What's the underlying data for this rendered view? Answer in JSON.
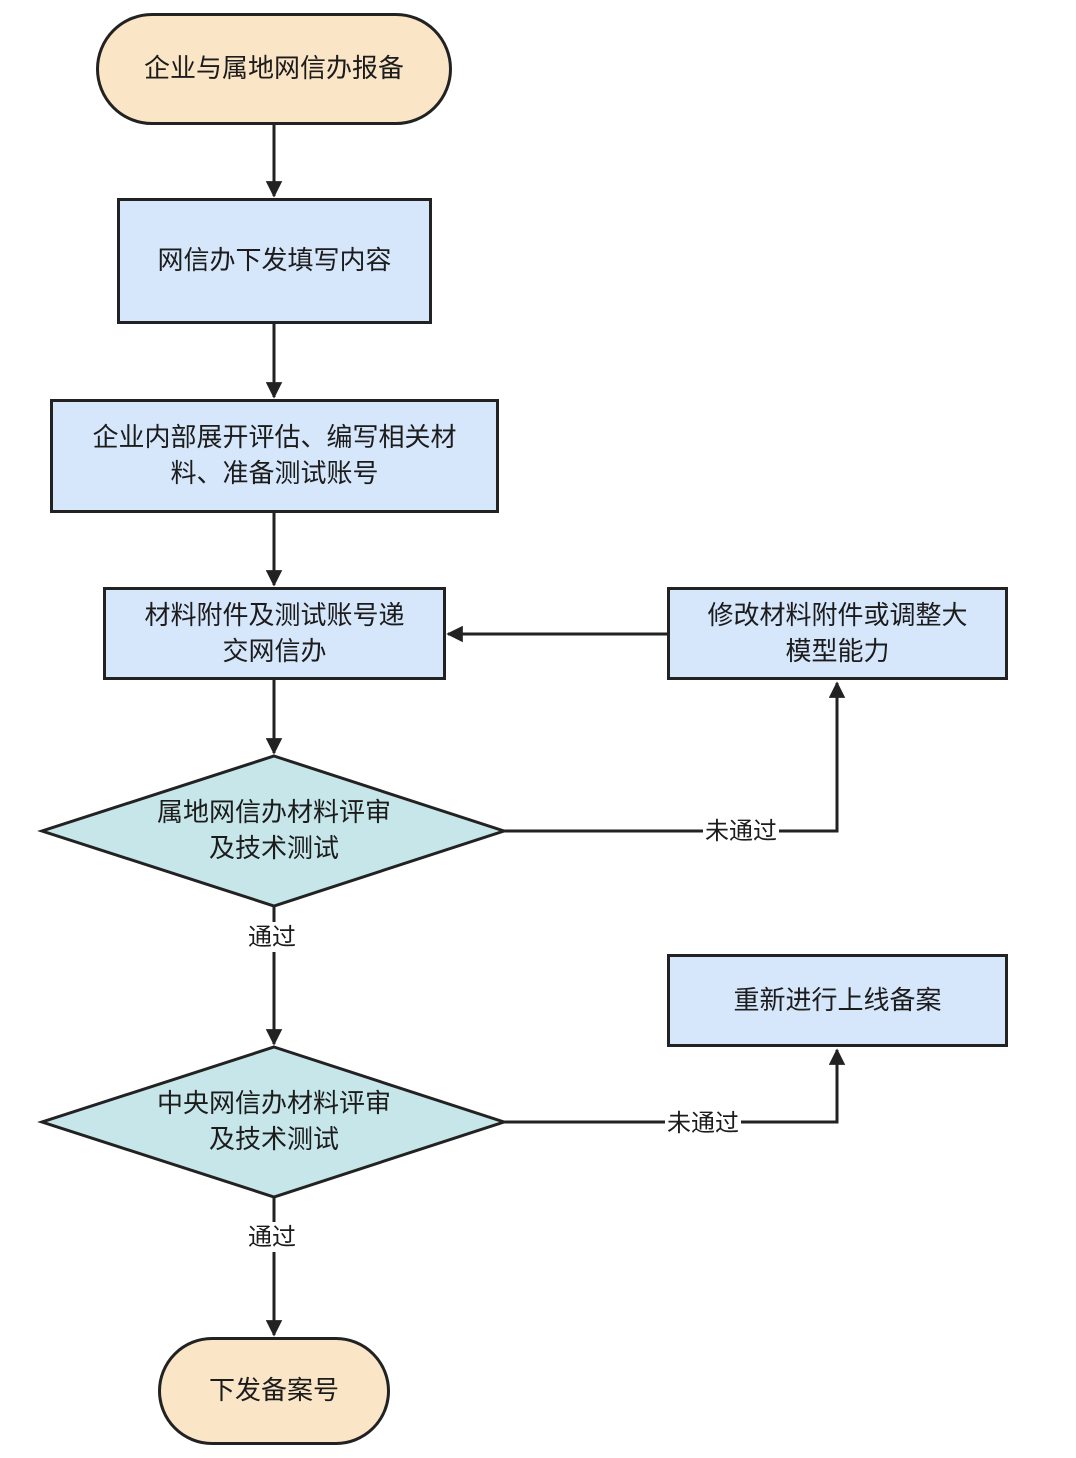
{
  "colors": {
    "terminal_fill": "#fae5c7",
    "process_fill": "#d6e6fb",
    "decision_fill": "#c6e6e9",
    "stroke": "#222222"
  },
  "nodes": {
    "start": "企业与属地网信办报备",
    "issue_form": "网信办下发填写内容",
    "internal_eval": "企业内部展开评估、编写相关材\n料、准备测试账号",
    "submit_materials": "材料附件及测试账号递\n交网信办",
    "revise": "修改材料附件或调整大\n模型能力",
    "local_review": "属地网信办材料评审\n及技术测试",
    "central_review": "中央网信办材料评审\n及技术测试",
    "refile": "重新进行上线备案",
    "end": "下发备案号"
  },
  "edge_labels": {
    "local_fail": "未通过",
    "local_pass": "通过",
    "central_fail": "未通过",
    "central_pass": "通过"
  }
}
